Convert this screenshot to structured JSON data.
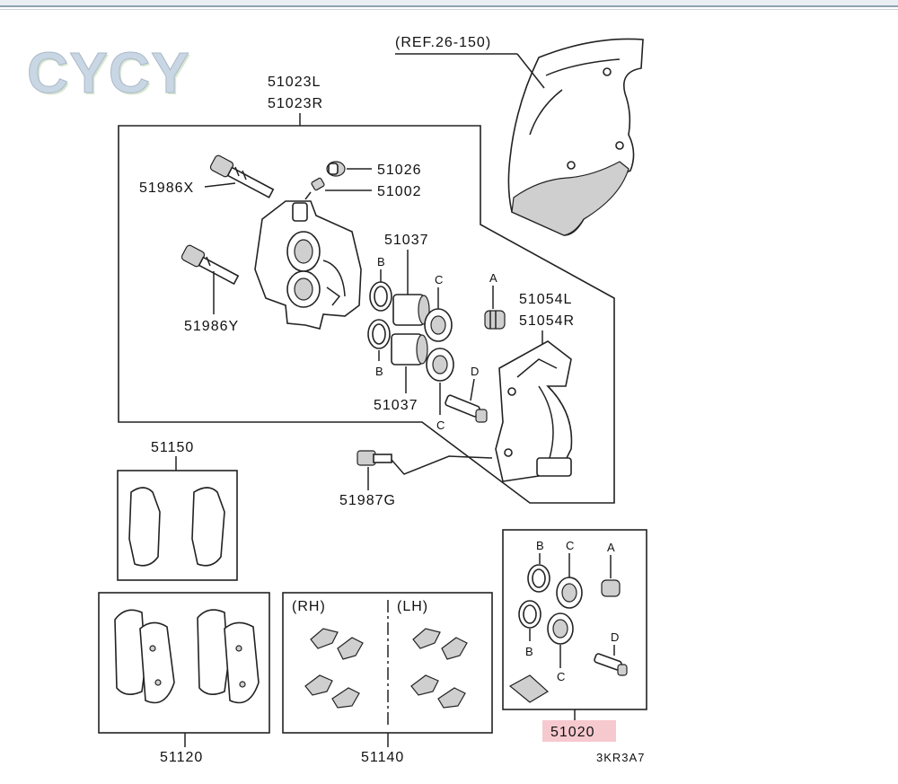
{
  "watermark": "CYCY",
  "labels": {
    "ref": "(REF.26-150)",
    "caliper_l": "51023L",
    "caliper_r": "51023R",
    "bolt_x": "51986X",
    "bleeder_cap": "51026",
    "bleeder": "51002",
    "piston_top": "51037",
    "piston_bottom": "51037",
    "bolt_y": "51986Y",
    "bracket_l": "51054L",
    "bracket_r": "51054R",
    "bolt_g": "51987G",
    "shim": "51150",
    "pads": "51120",
    "clips": "51140",
    "kit": "51020",
    "rh": "(RH)",
    "lh": "(LH)",
    "diagram_code": "3KR3A7",
    "letter_a": "A",
    "letter_b": "B",
    "letter_c": "C",
    "letter_d": "D"
  },
  "colors": {
    "kit_highlight": "#f6c9cf",
    "watermark": "#c9d6e4"
  }
}
